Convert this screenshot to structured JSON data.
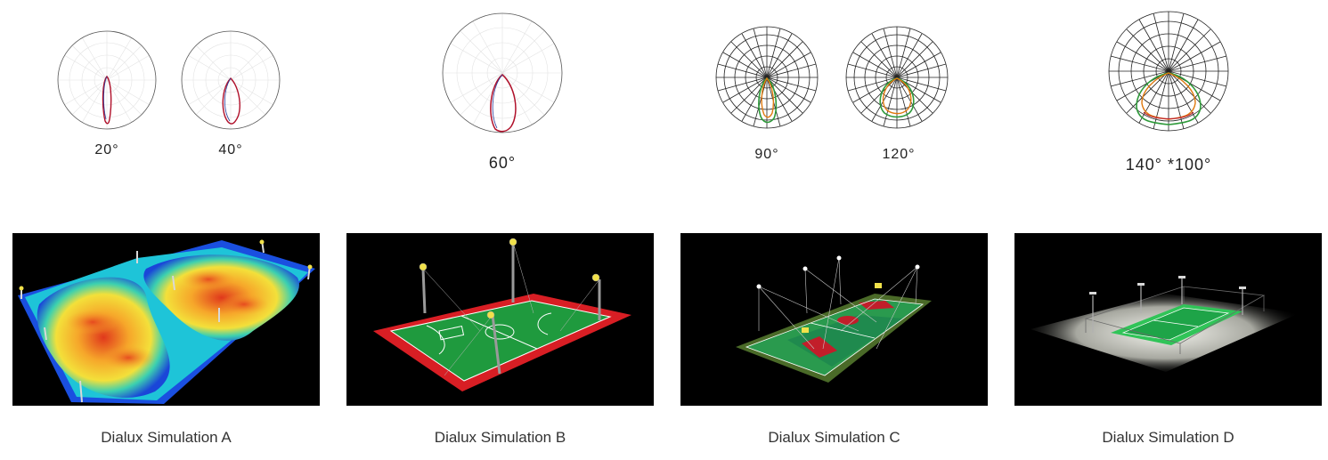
{
  "polar_diagrams": [
    {
      "label": "20°"
    },
    {
      "label": "40°"
    },
    {
      "label": "60°"
    },
    {
      "label": "90°"
    },
    {
      "label": "120°"
    },
    {
      "label": "140° *100°"
    }
  ],
  "simulations": [
    {
      "caption": "Dialux Simulation A"
    },
    {
      "caption": "Dialux Simulation B"
    },
    {
      "caption": "Dialux Simulation C"
    },
    {
      "caption": "Dialux Simulation D"
    }
  ],
  "colors": {
    "curve_red": "#b0102a",
    "curve_green": "#2e9a3a",
    "curve_orange": "#e07a10",
    "court_green": "#1f9a3e",
    "court_red": "#d81e24"
  }
}
